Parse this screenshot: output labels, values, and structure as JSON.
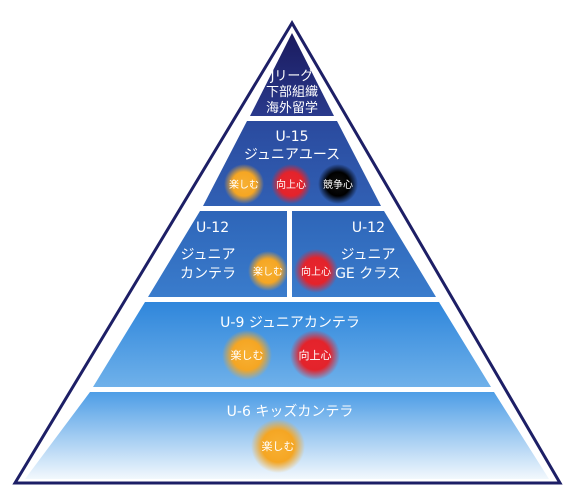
{
  "colors": {
    "outline": "#1d1f66",
    "enjoy": "#f5a623",
    "improve": "#e3232b",
    "compete": "#000000"
  },
  "tiers": {
    "top": {
      "lines": [
        "Jリーグ",
        "下部組織",
        "海外留学"
      ]
    },
    "u15": {
      "age": "U-15",
      "name": "ジュニアユース"
    },
    "u12_left": {
      "age": "U-12",
      "name_line1": "ジュニア",
      "name_line2": "カンテラ"
    },
    "u12_right": {
      "age": "U-12",
      "name_line1": "ジュニア",
      "name_line2": "GE クラス"
    },
    "u9": {
      "title": "U-9 ジュニアカンテラ"
    },
    "u6": {
      "title": "U-6 キッズカンテラ"
    }
  },
  "badges": {
    "enjoy": "楽しむ",
    "improve": "向上心",
    "compete": "競争心"
  }
}
